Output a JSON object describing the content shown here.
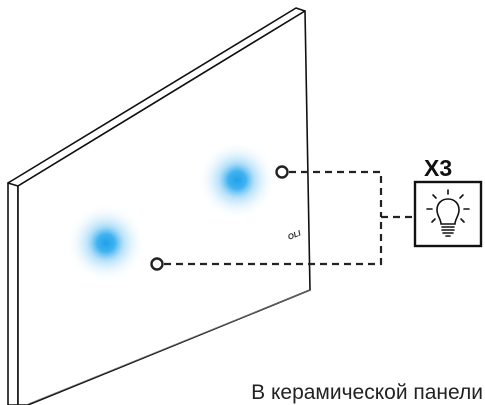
{
  "panel": {
    "brand": "OLI"
  },
  "label": {
    "multiplier": "X3"
  },
  "caption": "В керамической панели",
  "colors": {
    "led": "#2aa7e6",
    "line": "#222222",
    "panel_outline": "#111111"
  },
  "icons": {
    "lamp": "light-bulb-icon",
    "connector": "ring-connector-icon"
  }
}
